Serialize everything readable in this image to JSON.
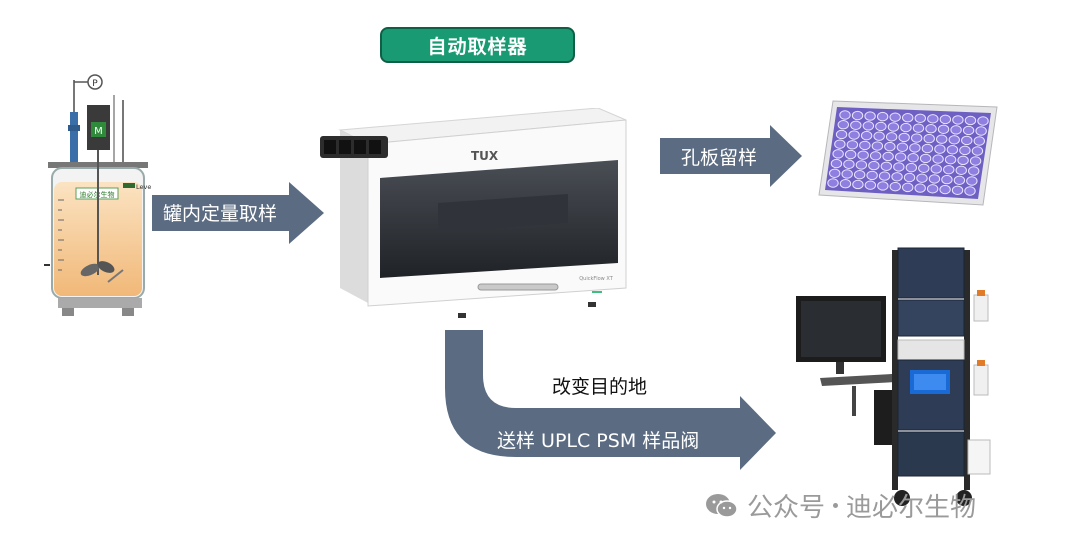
{
  "title": "自动取样器",
  "arrows": {
    "tank": "罐内定量取样",
    "plate": "孔板留样",
    "destination": "改变目的地",
    "uplc": "送样 UPLC PSM 样品阀"
  },
  "device": {
    "brand": "TUX",
    "model": "QuickFlow XT"
  },
  "bioreactor": {
    "motor_label": "M",
    "pulley_label": "P",
    "level_label": "Leve",
    "logo_text": "迪必尔生物"
  },
  "watermark": {
    "prefix": "公众号",
    "name": "迪必尔生物"
  },
  "colors": {
    "accent": "#1a9a72",
    "arrow": "#5b6b82",
    "plate_wells": "#8f7fe0"
  },
  "icons": [
    "wechat-icon"
  ]
}
